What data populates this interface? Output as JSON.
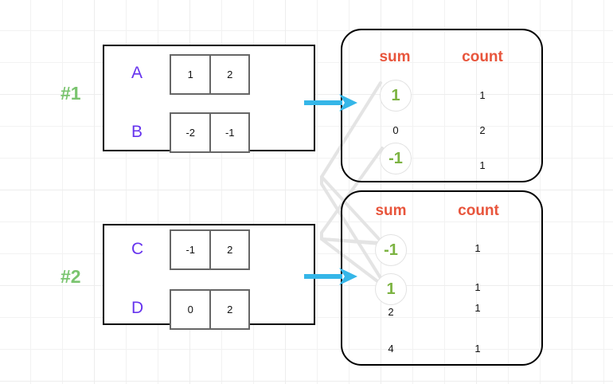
{
  "diagram": {
    "title": "shuffle-aggregation-diagram",
    "colors": {
      "stage_label": "#7ac46f",
      "row_label": "#6633ee",
      "column_header": "#e8553c",
      "circled_value": "#7cb342",
      "arrow": "#35b6e8",
      "box_border": "#000000",
      "cell_border": "#666666",
      "circle_border": "#e2e2e2",
      "grid": "#ededed"
    }
  },
  "stages": [
    {
      "id": "stage-1",
      "label": "#1",
      "rows": [
        {
          "label": "A",
          "cells": [
            "1",
            "2"
          ]
        },
        {
          "label": "B",
          "cells": [
            "-2",
            "-1"
          ]
        }
      ]
    },
    {
      "id": "stage-2",
      "label": "#2",
      "rows": [
        {
          "label": "C",
          "cells": [
            "-1",
            "2"
          ]
        },
        {
          "label": "D",
          "cells": [
            "0",
            "2"
          ]
        }
      ]
    }
  ],
  "panels": [
    {
      "id": "panel-1",
      "headers": {
        "sum": "sum",
        "count": "count"
      },
      "rows": [
        {
          "sum": "1",
          "count": "1",
          "highlight": true
        },
        {
          "sum": "0",
          "count": "2",
          "highlight": false
        },
        {
          "sum": "-1",
          "count": "1",
          "highlight": true
        }
      ]
    },
    {
      "id": "panel-2",
      "headers": {
        "sum": "sum",
        "count": "count"
      },
      "rows": [
        {
          "sum": "-1",
          "count": "1",
          "highlight": true
        },
        {
          "sum": "1",
          "count": "1",
          "highlight": true
        },
        {
          "sum": "2",
          "count": "1",
          "highlight": false
        },
        {
          "sum": "4",
          "count": "1",
          "highlight": false
        }
      ]
    }
  ],
  "arrows": [
    {
      "id": "arrow-stage1-to-panel1"
    },
    {
      "id": "arrow-stage2-to-panel2"
    }
  ],
  "links": [
    {
      "id": "link-one-to-one",
      "from": "panel1-sum-1",
      "to": "panel2-sum-1"
    },
    {
      "id": "link-negone-to-negone",
      "from": "panel1-sum-neg1",
      "to": "panel2-sum-neg1"
    }
  ]
}
